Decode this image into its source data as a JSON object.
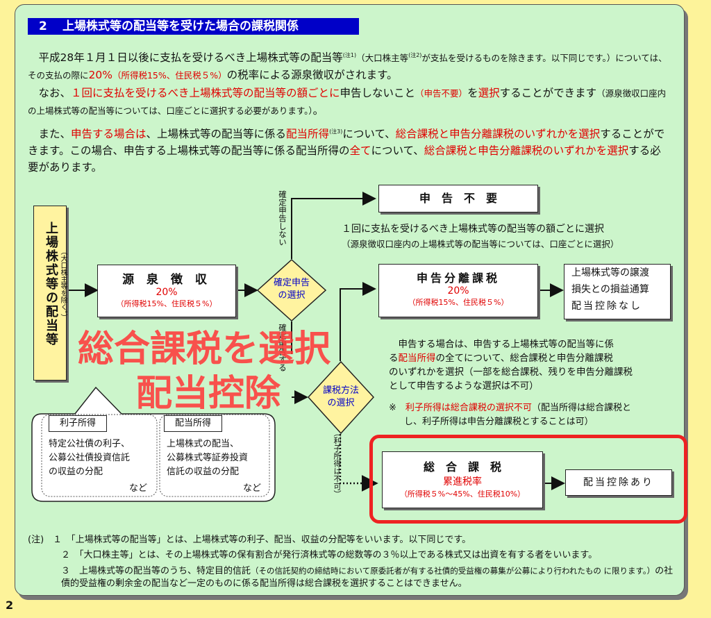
{
  "section": {
    "number": "2",
    "title": "上場株式等の配当等を受けた場合の課税関係"
  },
  "paragraph1": {
    "t1": "　平成28年１月１日以後に支払を受けるべき上場株式等の配当等",
    "note1": "(注1)",
    "t2": "（大口株主等",
    "note2": "(注2)",
    "t3": "が支払を受けるものを除きます。以下同じです。）については、その支払の際に",
    "rate": "20%",
    "rate_detail": "（所得税15%、住民税５%）",
    "t4": "の税率による源泉徴収がされます。"
  },
  "paragraph2": {
    "t1": "　なお、",
    "red1": "１回に支払を受けるべき上場株式等の配当等の額ごとに",
    "t2": "申告しないこと",
    "red2": "（申告不要）",
    "t3": "を",
    "red3": "選択",
    "t4": "することができます",
    "small": "（源泉徴収口座内の上場株式等の配当等については、口座ごとに選択する必要があります。）",
    "t5": "。"
  },
  "paragraph3": {
    "t1": "　また、",
    "red1": "申告する場合は",
    "t2": "、上場株式等の配当等に係る",
    "red2": "配当所得",
    "note3": "(注3)",
    "t3": "について、",
    "red3": "総合課税と申告分離課税のいずれかを選択",
    "t4": "することができます。この場合、申告する上場株式等の配当等に係る配当所得の",
    "red4": "全て",
    "t5": "について、",
    "red5": "総合課税と申告分離課税のいずれかを選択",
    "t6": "する必要があります。"
  },
  "flow": {
    "start_title": "上場株式等の配当等",
    "start_sub": "（大口株主等を除く。）",
    "withholding_title": "源 泉 徴 収",
    "withholding_rate": "20%",
    "withholding_detail": "（所得税15%、住民税５%）",
    "decision1": "確定申告の選択",
    "decision1_line1": "確定申告",
    "decision1_line2": "の選択",
    "no_filing_label": "確定申告しない",
    "filing_label": "確定申告する",
    "no_filing_box": "申　告　不　要",
    "no_filing_note1": "１回に支払を受けるべき上場株式等の配当等の額ごとに選択",
    "no_filing_note2": "（源泉徴収口座内の上場株式等の配当等については、口座ごとに選択）",
    "decision2_line1": "課税方法",
    "decision2_line2": "の選択",
    "separate_title": "申告分離課税",
    "separate_rate": "20%",
    "separate_detail": "（所得税15%、住民税５%）",
    "separate_result_1": "上場株式等の譲渡",
    "separate_result_2": "損失との損益通算",
    "separate_result_3": "配当控除なし",
    "explain_1": "　申告する場合は、申告する上場株式等の配当等に係",
    "explain_2a": "る",
    "explain_2_red": "配当所得",
    "explain_2b": "の全てについて、総合課税と申告分離課税",
    "explain_3": "のいずれかを選択（一部を総合課税、残りを申告分離課税",
    "explain_4": "として申告するような選択は不可）",
    "mark": "※",
    "interest_note_red": "利子所得は総合課税の選択不可",
    "interest_note_rest1": "（配当所得は総合課税と",
    "interest_note_rest2": "し、利子所得は申告分離課税とすることは可）",
    "interest_vertical": "（利子所得は不可）",
    "general_title": "総　合　課　税",
    "general_rate": "累進税率",
    "general_detail": "（所得税５%～45%、住民税10%）",
    "general_result": "配当控除あり",
    "bubble_tag1": "利子所得",
    "bubble_text1_1": "特定公社債の利子、",
    "bubble_text1_2": "公募公社債投資信託",
    "bubble_text1_3": "の収益の分配",
    "bubble_nado1": "など",
    "bubble_tag2": "配当所得",
    "bubble_text2_1": "上場株式の配当、",
    "bubble_text2_2": "公募株式等証券投資",
    "bubble_text2_3": "信託の収益の分配",
    "bubble_nado2": "など"
  },
  "overlay": {
    "line1": "総合課税を選択",
    "line2": "配当控除"
  },
  "notes": {
    "head": "(注)　１",
    "n1": "「上場株式等の配当等」とは、上場株式等の利子、配当、収益の分配等をいいます。以下同じです。",
    "n2_no": "２",
    "n2": "「大口株主等」とは、その上場株式等の保有割合が発行済株式等の総数等の３％以上である株式又は出資を有する者をいいます。",
    "n3_no": "３",
    "n3a": "上場株式等の配当等のうち、特定目的信託",
    "n3_small1": "（その信託契約の締結時において原委託者が有する社債的受益権の募集が公募により行われたもの に限ります。）",
    "n3b": "の社債的受益権の剰余金の配当など一定のものに係る配当所得は総合課税を選択することはできません。"
  },
  "page_number": "2",
  "colors": {
    "background": "#fdf39a",
    "panel": "#ccf5cb",
    "header": "#0000c8",
    "accent_red": "#e00000",
    "highlight": "#ee2222",
    "start_box": "#fff3a0"
  }
}
